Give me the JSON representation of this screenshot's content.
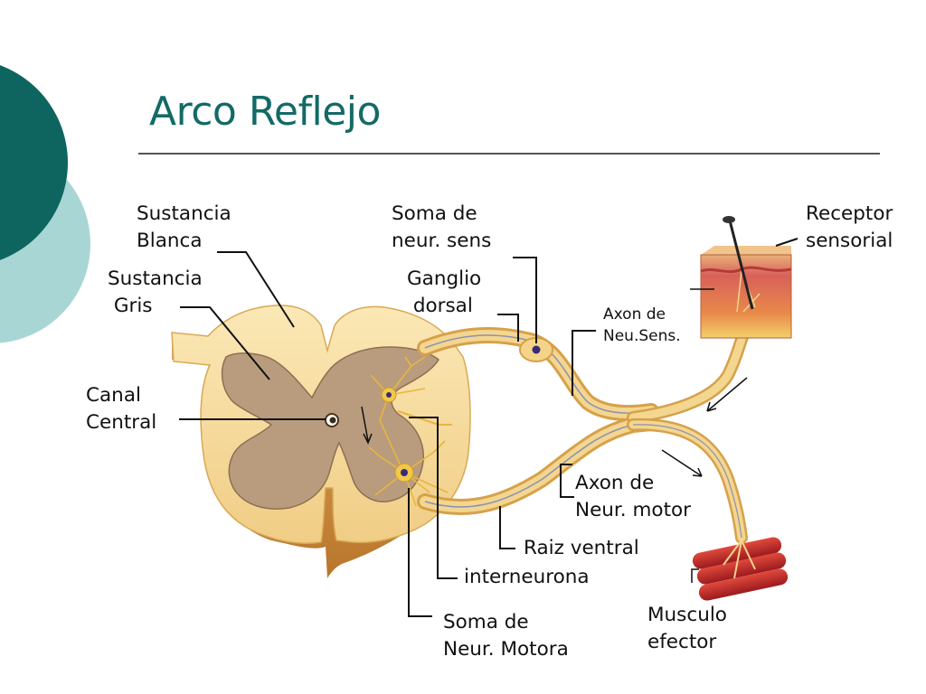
{
  "slide": {
    "title": "Arco Reflejo",
    "colors": {
      "title": "#136a66",
      "accent_dark": "#0e6560",
      "accent_light": "#a8d6d4",
      "spinal_cord": "#f5d79a",
      "gray_matter": "#b99c7e",
      "nerve": "#e9c37e",
      "muscle": "#c4262a"
    }
  },
  "labels": {
    "sustancia_blanca": [
      "Sustancia",
      "Blanca"
    ],
    "sustancia_gris": [
      "Sustancia",
      " Gris"
    ],
    "canal_central": [
      "Canal",
      "Central"
    ],
    "soma_neur_sens": [
      "Soma de",
      "neur. sens"
    ],
    "ganglio_dorsal": [
      "Ganglio",
      " dorsal"
    ],
    "receptor_sensorial": [
      "Receptor",
      "sensorial"
    ],
    "axon_neu_sens": [
      "Axon de",
      "Neu.Sens."
    ],
    "axon_neur_motor": [
      "Axon de",
      "Neur. motor"
    ],
    "raiz_ventral": "Raiz ventral",
    "interneurona": "interneurona",
    "soma_neur_motora": [
      "Soma de",
      "Neur. Motora"
    ],
    "musculo_efector": [
      "Musculo",
      "efector"
    ]
  }
}
